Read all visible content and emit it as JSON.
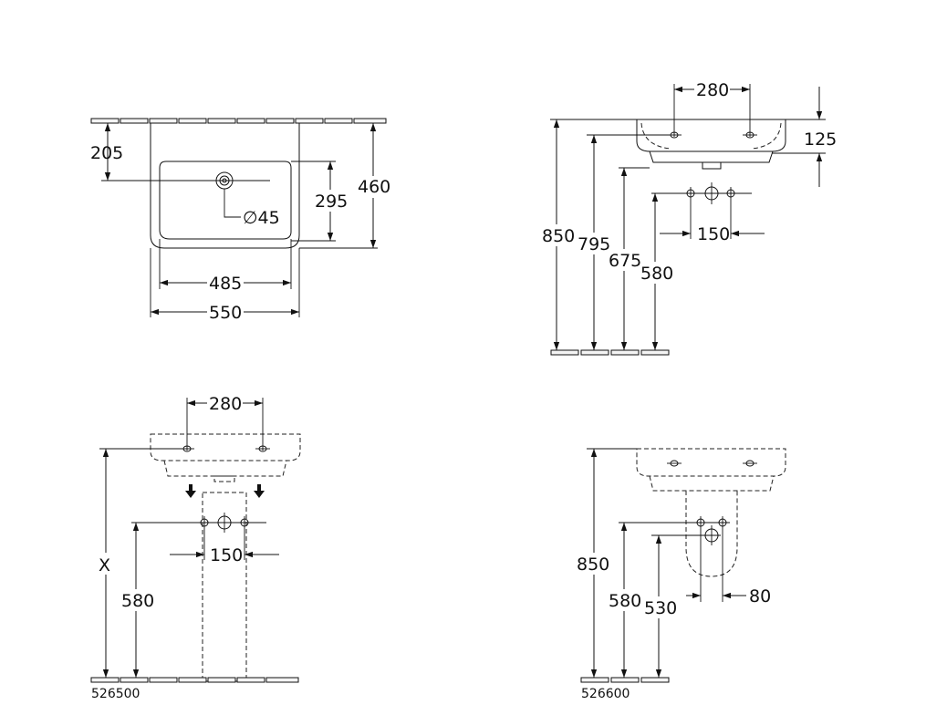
{
  "views": {
    "top": {
      "dims": {
        "d205": "205",
        "d295": "295",
        "d460": "460",
        "d485": "485",
        "d550": "550",
        "d45": "∅45"
      }
    },
    "side": {
      "dims": {
        "d280": "280",
        "d125": "125",
        "d850": "850",
        "d795": "795",
        "d675": "675",
        "d580": "580",
        "d150": "150"
      }
    },
    "pedestal": {
      "code": "526500",
      "dims": {
        "d280": "280",
        "dX": "X",
        "d580": "580",
        "d150": "150"
      }
    },
    "half_pedestal": {
      "code": "526600",
      "dims": {
        "d850": "850",
        "d580": "580",
        "d530": "530",
        "d80": "80"
      }
    }
  },
  "icons": [
    "tap-hole-icon",
    "valve-icon",
    "drain-icon",
    "floor-hatch",
    "arrow-down-icon"
  ]
}
